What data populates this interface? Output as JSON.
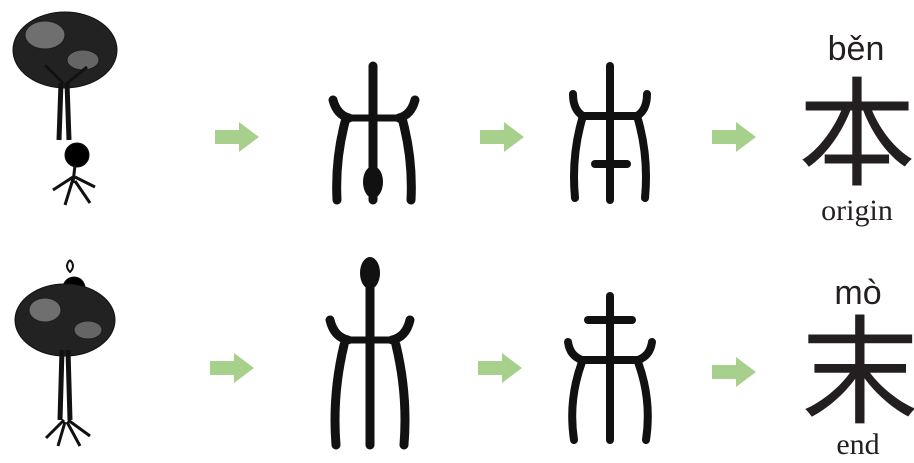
{
  "rows": [
    {
      "pinyin": "běn",
      "character": "本",
      "meaning": "origin"
    },
    {
      "pinyin": "mò",
      "character": "末",
      "meaning": "end"
    }
  ],
  "colors": {
    "arrow": "#a8d08d",
    "ink": "#231f20"
  },
  "icons": [
    "tree-root-drawing",
    "tree-top-drawing",
    "arrow-right-icon"
  ]
}
